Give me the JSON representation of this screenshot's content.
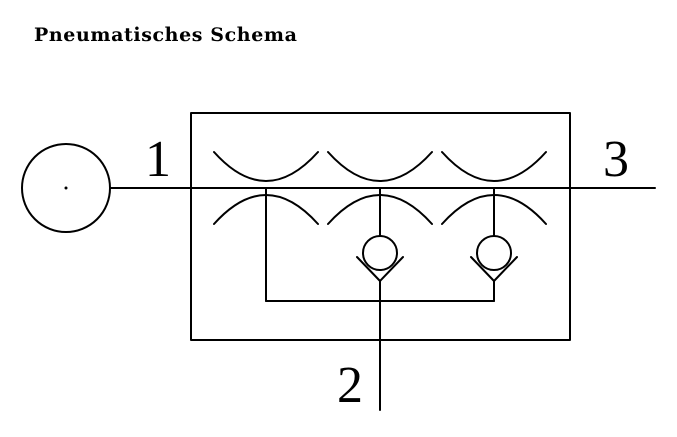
{
  "title": "Pneumatisches Schema",
  "ports": {
    "inlet": "1",
    "outlet": "3",
    "exhaust": "2"
  },
  "colors": {
    "stroke": "#000000",
    "background": "#ffffff"
  }
}
